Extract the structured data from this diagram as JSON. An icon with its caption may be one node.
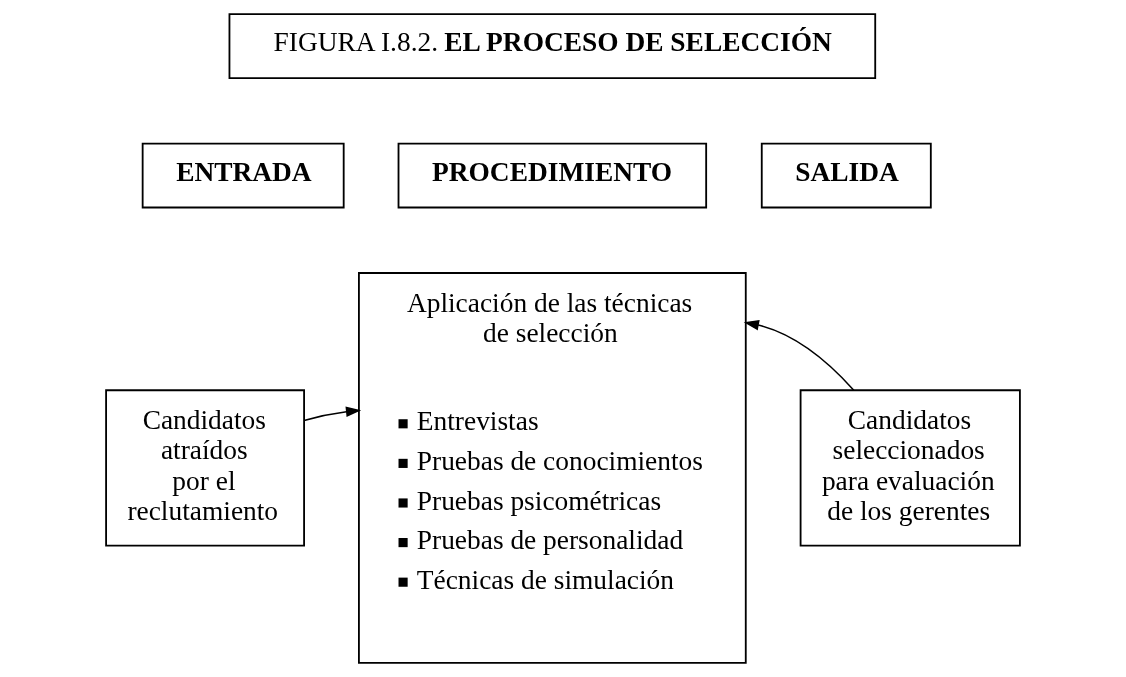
{
  "diagram": {
    "nodes": [
      {
        "text": [
          "FIGURA I.8.2. **EL PROCESO DE SELECCIÓN**"
        ]
      },
      {
        "text": [
          "ENTRADA"
        ]
      },
      {
        "text": [
          "PROCEDIMIENTO"
        ]
      },
      {
        "text": [
          "SALIDA"
        ]
      },
      {
        "text": [
          "Candidatos atraídos por el reclutamiento"
        ]
      },
      {
        "text": [
          "Aplicación de las técnicas de selección",
          "Entrevistas",
          "Pruebas de conocimientos",
          "Pruebas psicométricas",
          "Pruebas de personalidad",
          "Técnicas de simulación"
        ]
      },
      {
        "text": [
          "Candidatos seleccionados para evaluación de los gerentes"
        ]
      }
    ],
    "edges": [
      {
        "from": 4,
        "to": 5,
        "arrow": "to"
      },
      {
        "from": 6,
        "to": 5,
        "arrow": "to"
      }
    ]
  }
}
